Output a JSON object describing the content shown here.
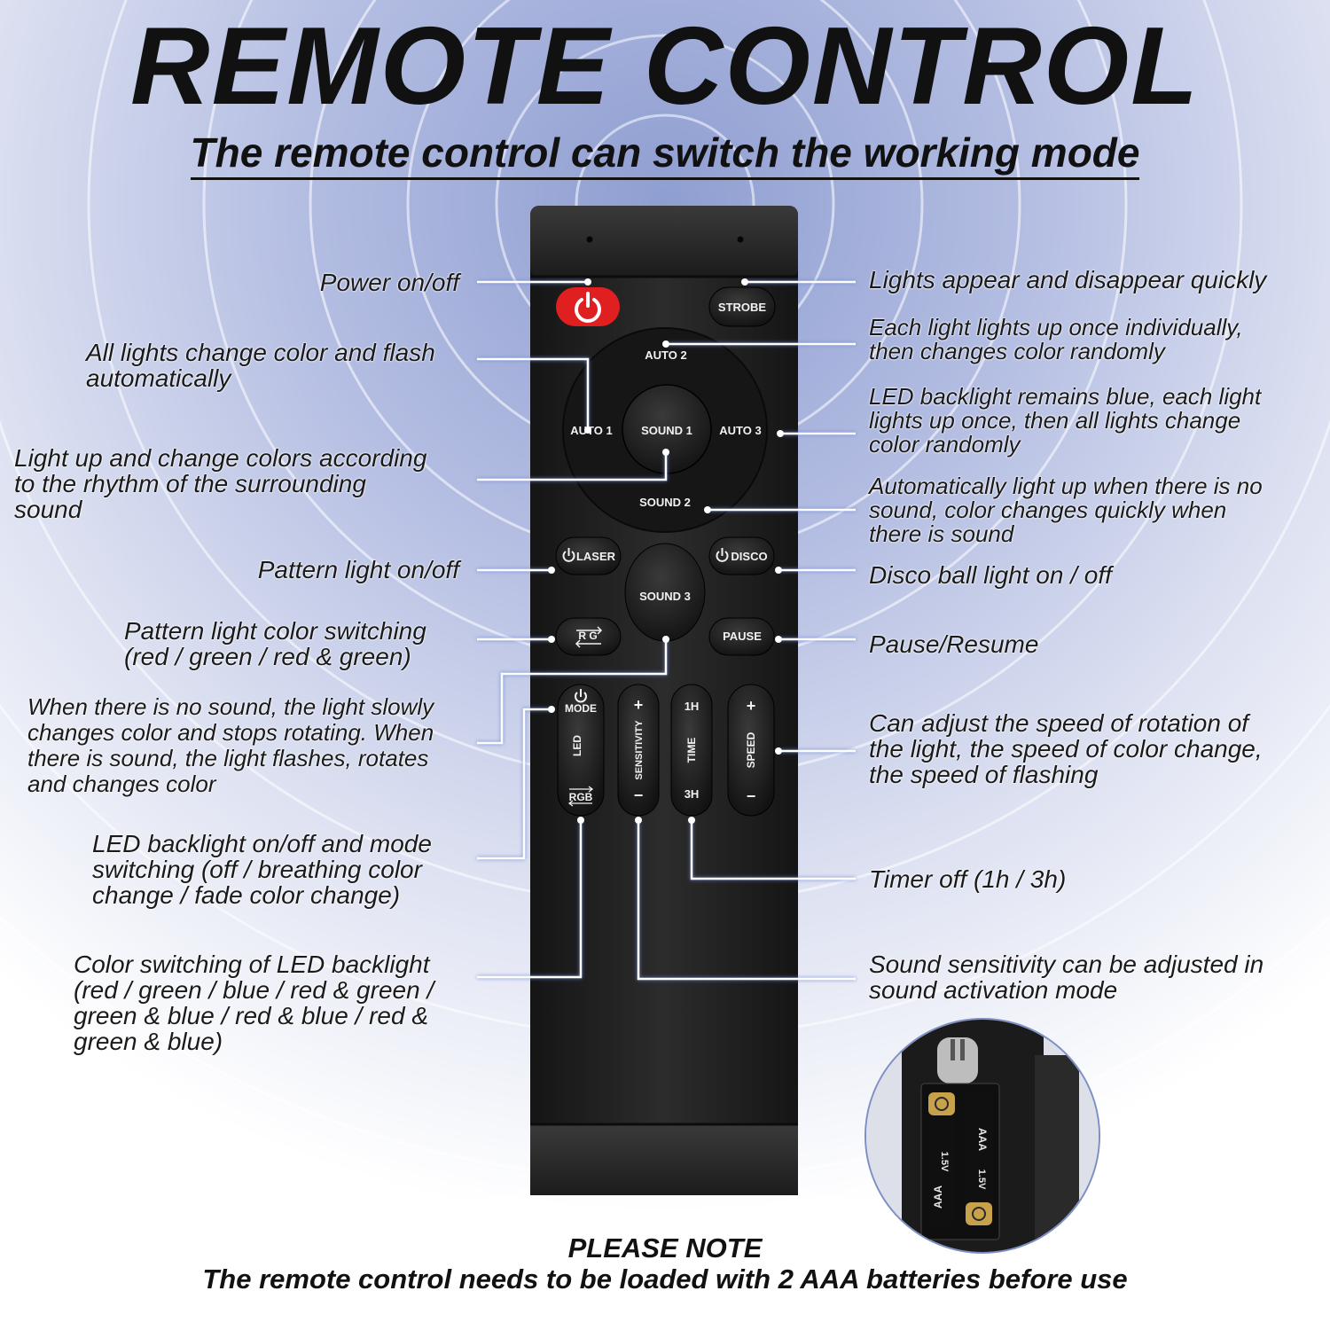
{
  "title": "REMOTE CONTROL",
  "subtitle": "The remote control can switch the working mode",
  "note": {
    "heading": "PLEASE NOTE",
    "text": "The remote control needs to be loaded with 2 AAA batteries before use"
  },
  "buttons": {
    "strobe": "STROBE",
    "auto1": "AUTO 1",
    "auto2": "AUTO 2",
    "auto3": "AUTO 3",
    "sound1": "SOUND 1",
    "sound2": "SOUND 2",
    "sound3": "SOUND 3",
    "laser": "LASER",
    "disco": "DISCO",
    "rg": "R G",
    "pause": "PAUSE",
    "mode": "MODE",
    "led": "LED",
    "rgb": "RGB",
    "sensitivity": "SENSITIVITY",
    "sens_plus": "+",
    "sens_minus": "−",
    "time": "TIME",
    "time_1h": "1H",
    "time_3h": "3H",
    "speed": "SPEED",
    "speed_plus": "+",
    "speed_minus": "−"
  },
  "battery": {
    "type": "AAA",
    "voltage": "1.5V"
  },
  "annotations": {
    "power": "Power on/off",
    "auto1": "All lights change color and flash\nautomatically",
    "sound1": "Light up and change colors according\nto the rhythm of the surrounding\nsound",
    "laser": "Pattern light on/off",
    "rg": "Pattern light color switching\n(red / green / red & green)",
    "sound3": "When there is no sound, the light slowly\nchanges color and stops rotating. When\nthere is sound, the light flashes, rotates\nand changes color",
    "mode": "LED backlight on/off and mode\nswitching (off / breathing color\nchange / fade color change)",
    "rgb": "Color switching of LED backlight\n(red / green / blue / red & green /\ngreen & blue / red & blue / red &\ngreen & blue)",
    "strobe": "Lights appear and disappear quickly",
    "auto2": "Each light lights up once individually,\nthen changes color randomly",
    "auto3": "LED backlight remains blue, each light\nlights up once, then all lights change\ncolor randomly",
    "sound2": "Automatically light up when there is no\nsound, color changes quickly when\nthere is sound",
    "disco": "Disco ball light on / off",
    "pause": "Pause/Resume",
    "speed": "Can adjust the speed of rotation of\nthe light, the speed of color change,\nthe speed of flashing",
    "time": "Timer off  (1h / 3h)",
    "sensitivity": "Sound sensitivity can be adjusted in\nsound activation mode"
  },
  "colors": {
    "power_button": "#e02020",
    "remote_body": "#242424",
    "leader_line": "#ffffff"
  }
}
